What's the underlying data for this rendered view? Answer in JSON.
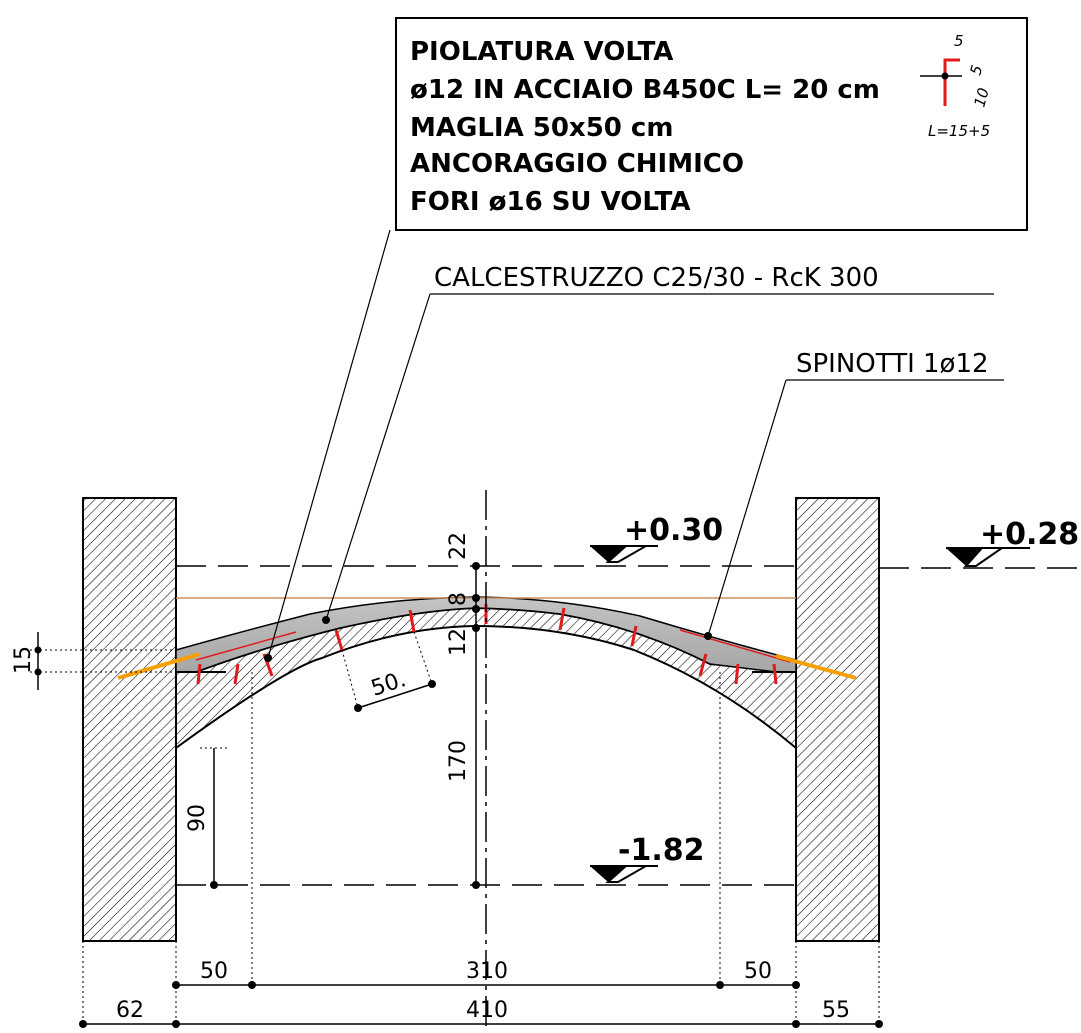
{
  "note_box": {
    "lines": [
      "PIOLATURA VOLTA",
      "ø12 IN ACCIAIO B450C L= 20 cm",
      "MAGLIA 50x50 cm",
      "ANCORAGGIO CHIMICO",
      "FORI ø16 SU VOLTA"
    ],
    "detail": {
      "top_dim": "5",
      "side_dim": "5",
      "bottom_dim": "10",
      "length_label": "L=15+5"
    }
  },
  "labels": {
    "concrete": "CALCESTRUZZO C25/30 - RcK 300",
    "dowels": "SPINOTTI 1ø12"
  },
  "levels": {
    "top_left": "+0.30",
    "top_right": "+0.28",
    "bottom": "-1.82"
  },
  "dimensions": {
    "vertical_22": "22",
    "vertical_8": "8",
    "vertical_12": "12",
    "vertical_170": "170",
    "vertical_90": "90",
    "left_15": "15",
    "spacing_50": "50.",
    "row1_left": "50",
    "row1_mid": "310",
    "row1_right": "50",
    "row2_left": "62",
    "row2_mid": "410",
    "row2_right": "55"
  },
  "colors": {
    "line": "#000000",
    "rebar": "#e01a1a",
    "connector": "#f5a000",
    "slab": "#b8b8b8",
    "reference": "#c89060"
  }
}
